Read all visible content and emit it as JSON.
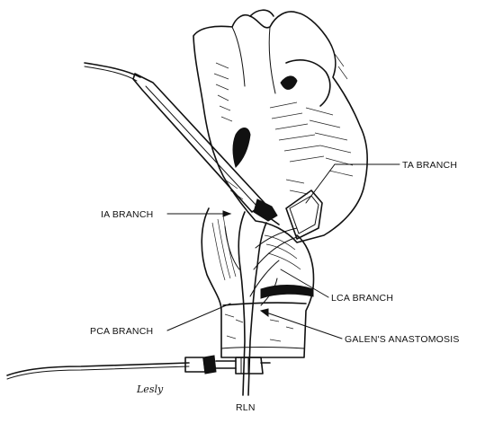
{
  "labels": {
    "ta_branch": "TA BRANCH",
    "ia_branch": "IA BRANCH",
    "lca_branch": "LCA BRANCH",
    "pca_branch": "PCA BRANCH",
    "galens_anastomosis": "GALEN'S ANASTOMOSIS",
    "rln": "RLN"
  },
  "signature": "Lesly"
}
